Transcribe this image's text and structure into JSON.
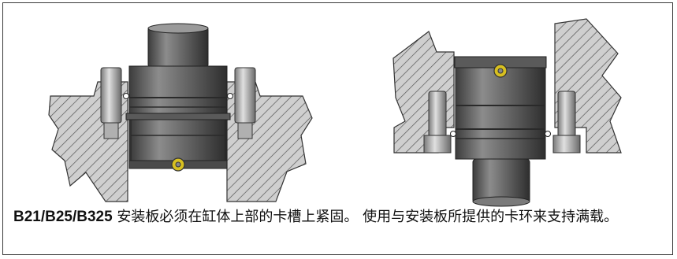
{
  "caption": {
    "models": "B21/B25/B325",
    "text": " 安装板必须在缸体上部的卡槽上紧固。 使用与安装板所提供的卡环来支持满载。"
  },
  "colors": {
    "hatch_fill": "#c9c9c9",
    "hatch_line": "#555555",
    "steel_dark": "#4a4a4a",
    "steel_light": "#8a8a8a",
    "bolt": "#b8b8b8",
    "ring_gold": "#d8c020",
    "frame_border": "#3a3a3a"
  },
  "icons": {
    "left_figure": "cylinder-mounted-from-top",
    "right_figure": "cylinder-mounted-from-bottom"
  }
}
